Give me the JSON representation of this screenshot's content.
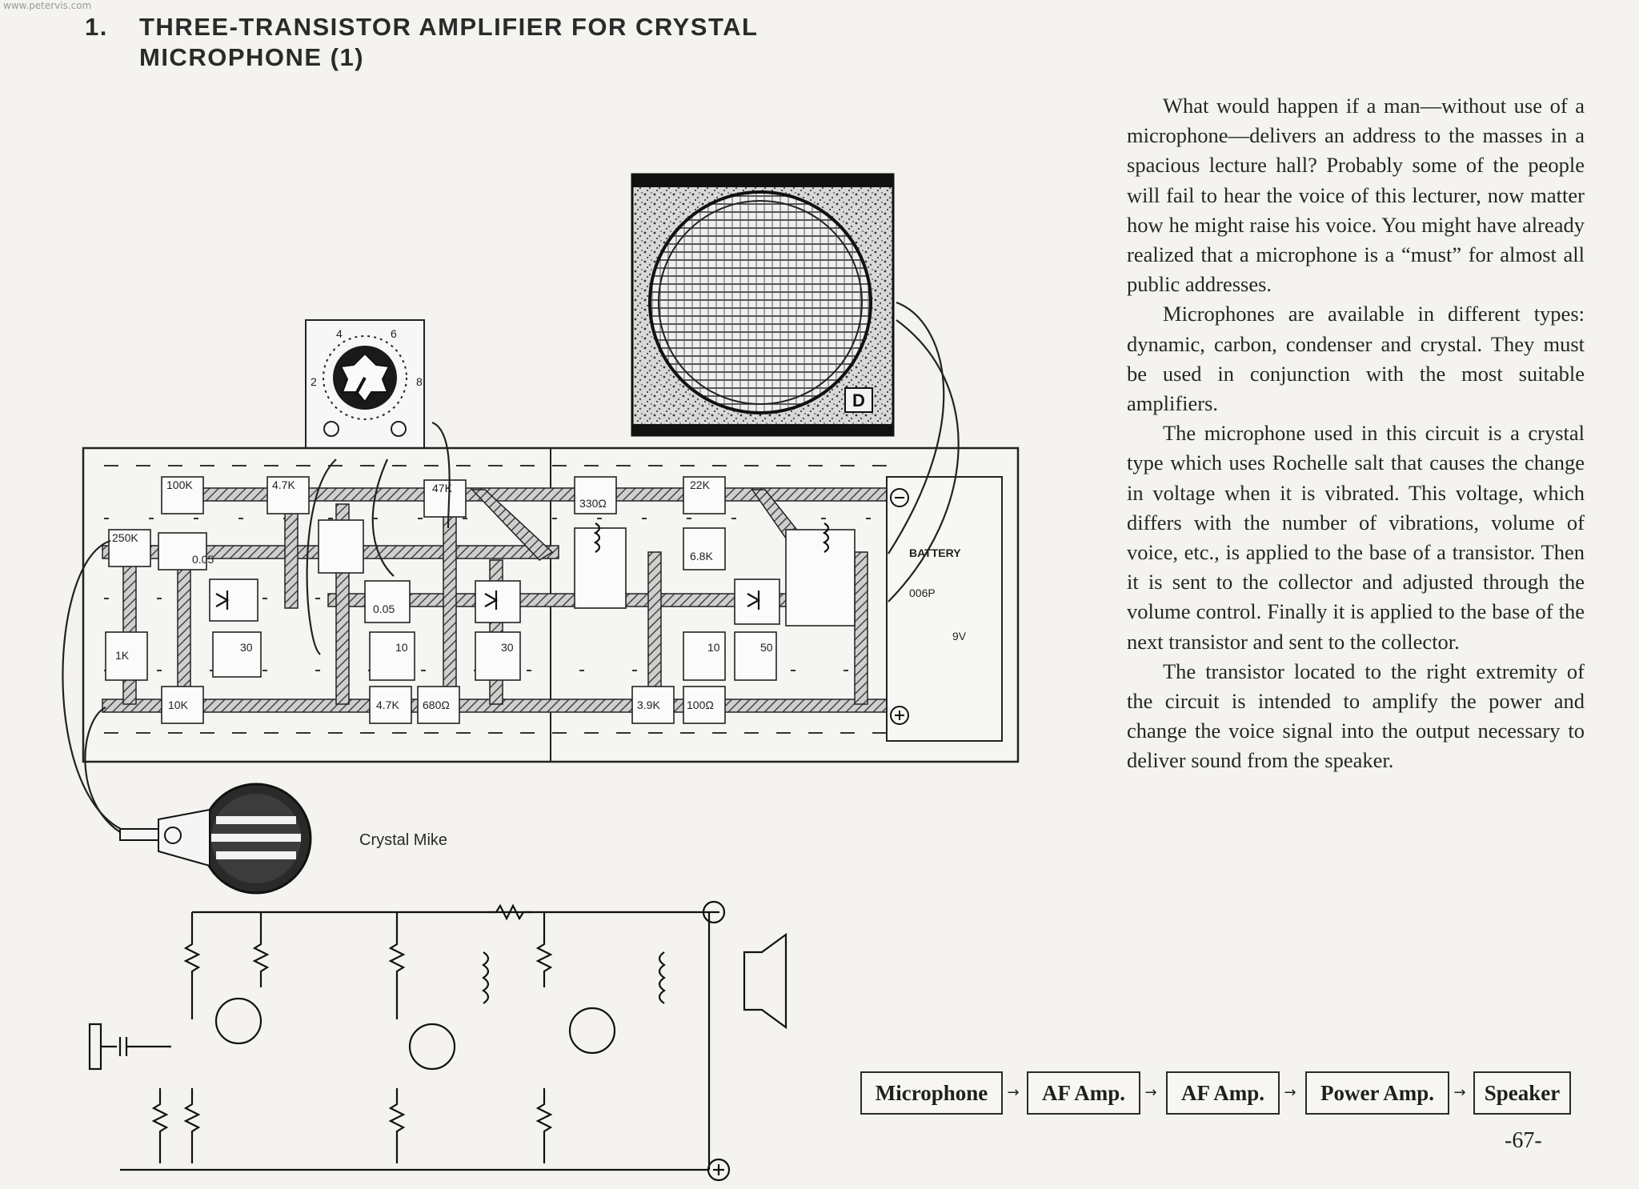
{
  "watermark": "www.petervis.com",
  "heading": {
    "number": "1.",
    "line1": "THREE-TRANSISTOR AMPLIFIER FOR CRYSTAL",
    "line2": "MICROPHONE (1)"
  },
  "article": [
    "What would happen if a man—without use of a microphone—delivers an address to the masses in a spacious lecture hall? Probably some of the people will fail to hear the voice of this lecturer, now matter how he might raise his voice. You might have already realized that a microphone is a “must” for almost all public addresses.",
    "Microphones are available in different types: dynamic, carbon, condenser and crystal. They must be used in conjunction with the most suitable amplifiers.",
    "The microphone used in this circuit is a crystal type which uses Rochelle salt that causes the change in voltage when it is vibrated. This voltage, which differs with the number of vibrations, volume of voice, etc., is applied to the base of a transistor. Then it is sent to the collector and adjusted through the volume control. Finally it is applied to the base of the next transistor and sent to the collector.",
    "The transistor located to the right extremity of the circuit is intended to amplify the power and change the voice signal into the output necessary to deliver sound from the speaker."
  ],
  "illustration": {
    "mike_label": "Crystal Mike",
    "battery_label": "BATTERY",
    "battery_type": "006P",
    "battery_voltage": "9V",
    "volume_scale": [
      "2",
      "4",
      "6",
      "8"
    ],
    "component_labels": [
      "100K",
      "4.7K",
      "47K",
      "250K",
      "0.05",
      "1K",
      "30",
      "0.05",
      "10",
      "4.7K",
      "680Ω",
      "10K",
      "30",
      "330Ω",
      "22K",
      "6.8K",
      "3.9K",
      "100Ω",
      "10",
      "50"
    ]
  },
  "block_diagram": [
    "Microphone",
    "AF Amp.",
    "AF Amp.",
    "Power Amp.",
    "Speaker"
  ],
  "page_number": "-67-"
}
